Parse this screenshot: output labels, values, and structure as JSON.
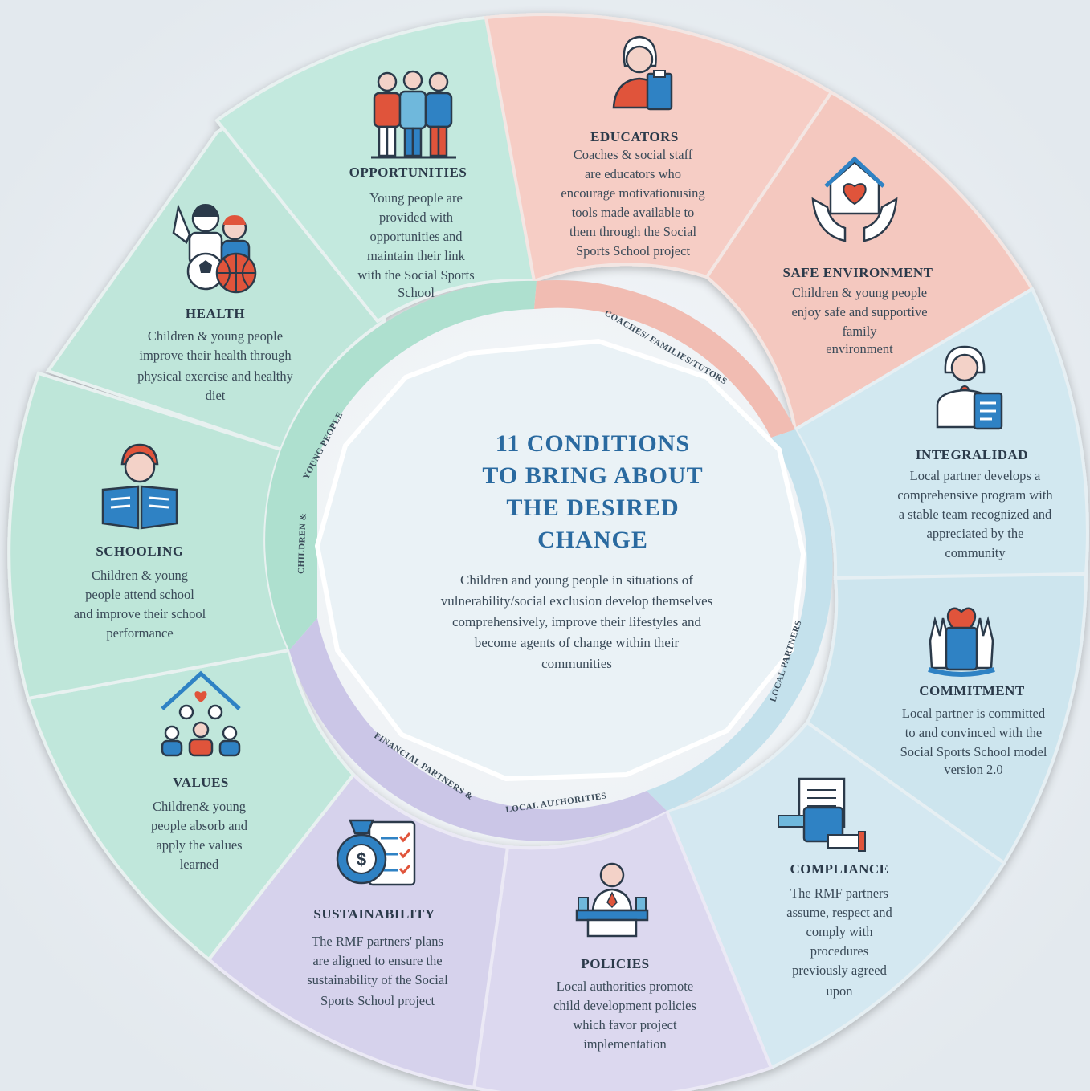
{
  "center": {
    "title_lines": [
      "11 CONDITIONS",
      "TO BRING ABOUT",
      "THE DESIRED",
      "CHANGE"
    ],
    "body_lines": [
      "Children and young people in situations of",
      "vulnerability/social exclusion develop themselves",
      "comprehensively, improve their lifestyles and",
      "become agents of change within their",
      "communities"
    ]
  },
  "ring_labels": {
    "children": "CHILDREN &",
    "young_people": "YOUNG PEOPLE",
    "coaches": "COACHES/ FAMILIES/TUTORS",
    "local_partners": "LOCAL PARTNERS",
    "financial": "FINANCIAL PARTNERS &",
    "local_authorities": "LOCAL AUTHORITIES"
  },
  "colors": {
    "green": "#bfe6da",
    "pink": "#f5c9c2",
    "blue": "#cfe6ef",
    "purple": "#d6d3ec",
    "icon_blue": "#2f82c4",
    "icon_red": "#e0543b"
  },
  "segments": [
    {
      "key": "opportunities",
      "title": "OPPORTUNITIES",
      "icon": "group-of-people-icon",
      "lines": [
        "Young people are",
        "provided with",
        "opportunities and",
        "maintain their link",
        "with the Social Sports",
        "School"
      ]
    },
    {
      "key": "educators",
      "title": "EDUCATORS",
      "icon": "teacher-with-clipboard-icon",
      "lines": [
        "Coaches & social staff",
        "are educators who",
        "encourage motivationusing",
        "tools made available to",
        "them through the Social",
        "Sports School project"
      ]
    },
    {
      "key": "safe_environment",
      "title": "SAFE ENVIRONMENT",
      "icon": "hands-holding-house-icon",
      "lines": [
        "Children & young people",
        "enjoy safe and supportive",
        "family",
        "environment"
      ]
    },
    {
      "key": "integralidad",
      "title": "INTEGRALIDAD",
      "icon": "person-with-document-icon",
      "lines": [
        "Local partner develops a",
        "comprehensive program with",
        "a stable team recognized and",
        "appreciated by the",
        "community"
      ]
    },
    {
      "key": "commitment",
      "title": "COMMITMENT",
      "icon": "raised-hands-heart-icon",
      "lines": [
        "Local partner is committed",
        "to and convinced with the",
        "Social Sports School model",
        "version 2.0"
      ]
    },
    {
      "key": "compliance",
      "title": "COMPLIANCE",
      "icon": "handing-document-icon",
      "lines": [
        "The RMF partners",
        "assume, respect and",
        "comply with",
        "procedures",
        "previously agreed",
        "upon"
      ]
    },
    {
      "key": "policies",
      "title": "POLICIES",
      "icon": "official-at-podium-icon",
      "lines": [
        "Local authorities promote",
        "child development policies",
        "which favor project",
        "implementation"
      ]
    },
    {
      "key": "sustainability",
      "title": "SUSTAINABILITY",
      "icon": "money-bag-checklist-icon",
      "lines": [
        "The RMF partners' plans",
        "are aligned to ensure the",
        "sustainability of the Social",
        "Sports School project"
      ]
    },
    {
      "key": "values",
      "title": "VALUES",
      "icon": "family-house-heart-icon",
      "lines": [
        "Children& young",
        "people absorb and",
        "apply the values",
        "learned"
      ]
    },
    {
      "key": "schooling",
      "title": "SCHOOLING",
      "icon": "child-reading-book-icon",
      "lines": [
        "Children & young",
        "people attend school",
        "and improve their school",
        "performance"
      ]
    },
    {
      "key": "health",
      "title": "HEALTH",
      "icon": "kids-with-balls-icon",
      "lines": [
        "Children & young people",
        "improve their health through",
        "physical exercise and healthy",
        "diet"
      ]
    }
  ]
}
